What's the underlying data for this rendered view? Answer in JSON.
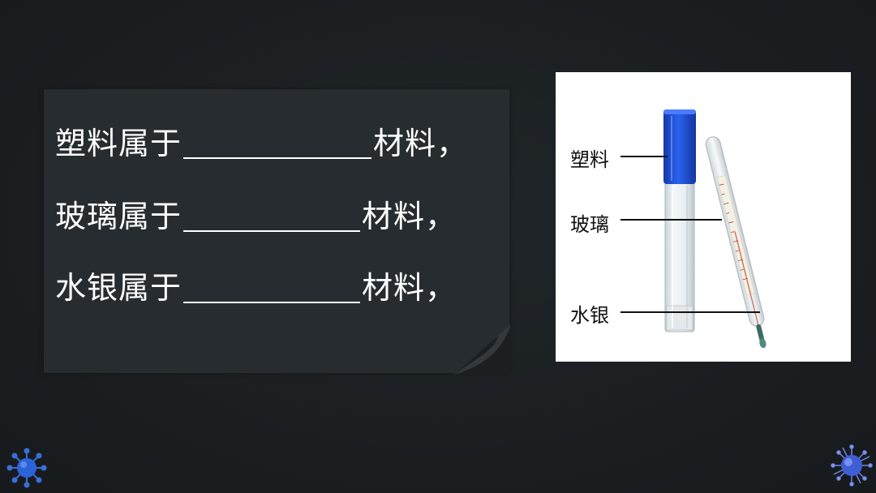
{
  "questions": [
    {
      "prefix": "塑料属于",
      "suffix": "材料，"
    },
    {
      "prefix": "玻璃属于",
      "suffix": "材料，"
    },
    {
      "prefix": "水银属于",
      "suffix": "材料，"
    }
  ],
  "diagram": {
    "labels": [
      "塑料",
      "玻璃",
      "水银"
    ]
  },
  "colors": {
    "background": "#1b1f22",
    "card": "#262c30",
    "cap_blue": "#1e4fd6",
    "text": "#ffffff"
  },
  "icons": [
    "virus-icon-left",
    "virus-icon-right"
  ]
}
